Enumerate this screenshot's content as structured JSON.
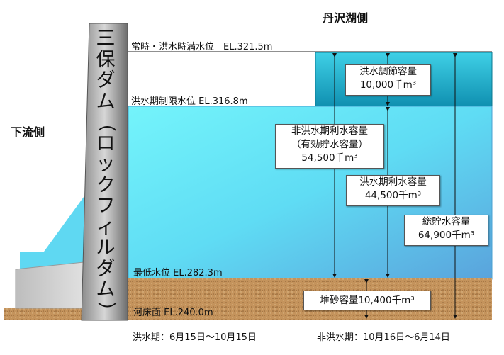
{
  "title": "丹沢湖側",
  "downstream_label": "下流側",
  "dam_name_chars": [
    "三",
    "保",
    "ダ",
    "ム",
    "（",
    "ロ",
    "ッ",
    "ク",
    "フ",
    "ィ",
    "ル",
    "ダ",
    "ム",
    "）"
  ],
  "dam_name": "三保ダム（ロックフィルダム）",
  "levels": {
    "full": "常時・洪水時満水位　EL.321.5m",
    "flood_limit": "洪水期制限水位 EL.316.8m",
    "minimum": "最低水位 EL.282.3m",
    "riverbed": "河床面 EL.240.0m"
  },
  "capacities": {
    "flood_control": {
      "label": "洪水調節容量",
      "value": "10,000千m³"
    },
    "non_flood_utility": {
      "label": "非洪水期利水容量",
      "sub": "（有効貯水容量）",
      "value": "54,500千m³"
    },
    "flood_utility": {
      "label": "洪水期利水容量",
      "value": "44,500千m³"
    },
    "total": {
      "label": "総貯水容量",
      "value": "64,900千m³"
    },
    "sediment": {
      "label": "堆砂容量10,400千m³"
    }
  },
  "periods": {
    "flood": "洪水期：6月15日～10月15日",
    "non_flood": "非洪水期：10月16日～6月14日"
  },
  "colors": {
    "water": "#5fe0f5",
    "flood_water": "#1aa6c4",
    "sediment": "#b98a55",
    "dam": "#9a9a9a"
  }
}
